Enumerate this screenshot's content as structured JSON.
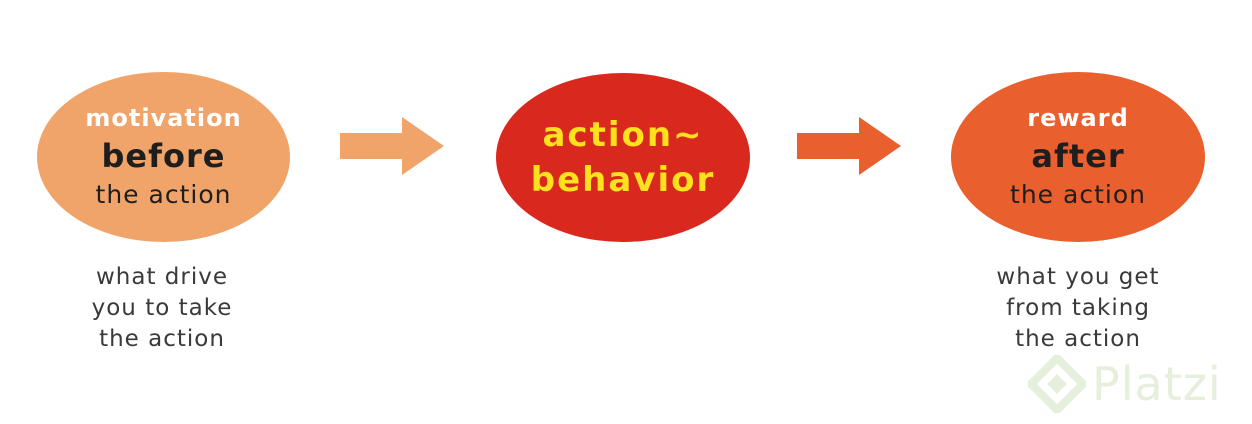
{
  "nodes": {
    "motivation": {
      "line1": "motivation",
      "line2": "before",
      "line3": "the action",
      "color": "#f0a469"
    },
    "action": {
      "line1": "action~",
      "line2": "behavior",
      "color": "#d9291f"
    },
    "reward": {
      "line1": "reward",
      "line2": "after",
      "line3": "the action",
      "color": "#ea5f2e"
    }
  },
  "arrows": {
    "first_color": "#f0a469",
    "second_color": "#ea5f2e"
  },
  "captions": {
    "before": [
      "what drive",
      "you to take",
      "the action"
    ],
    "after": [
      "what you get",
      "from taking",
      "the action"
    ]
  },
  "watermark": {
    "text": "Platzi",
    "icon": "platzi-logo-icon"
  }
}
